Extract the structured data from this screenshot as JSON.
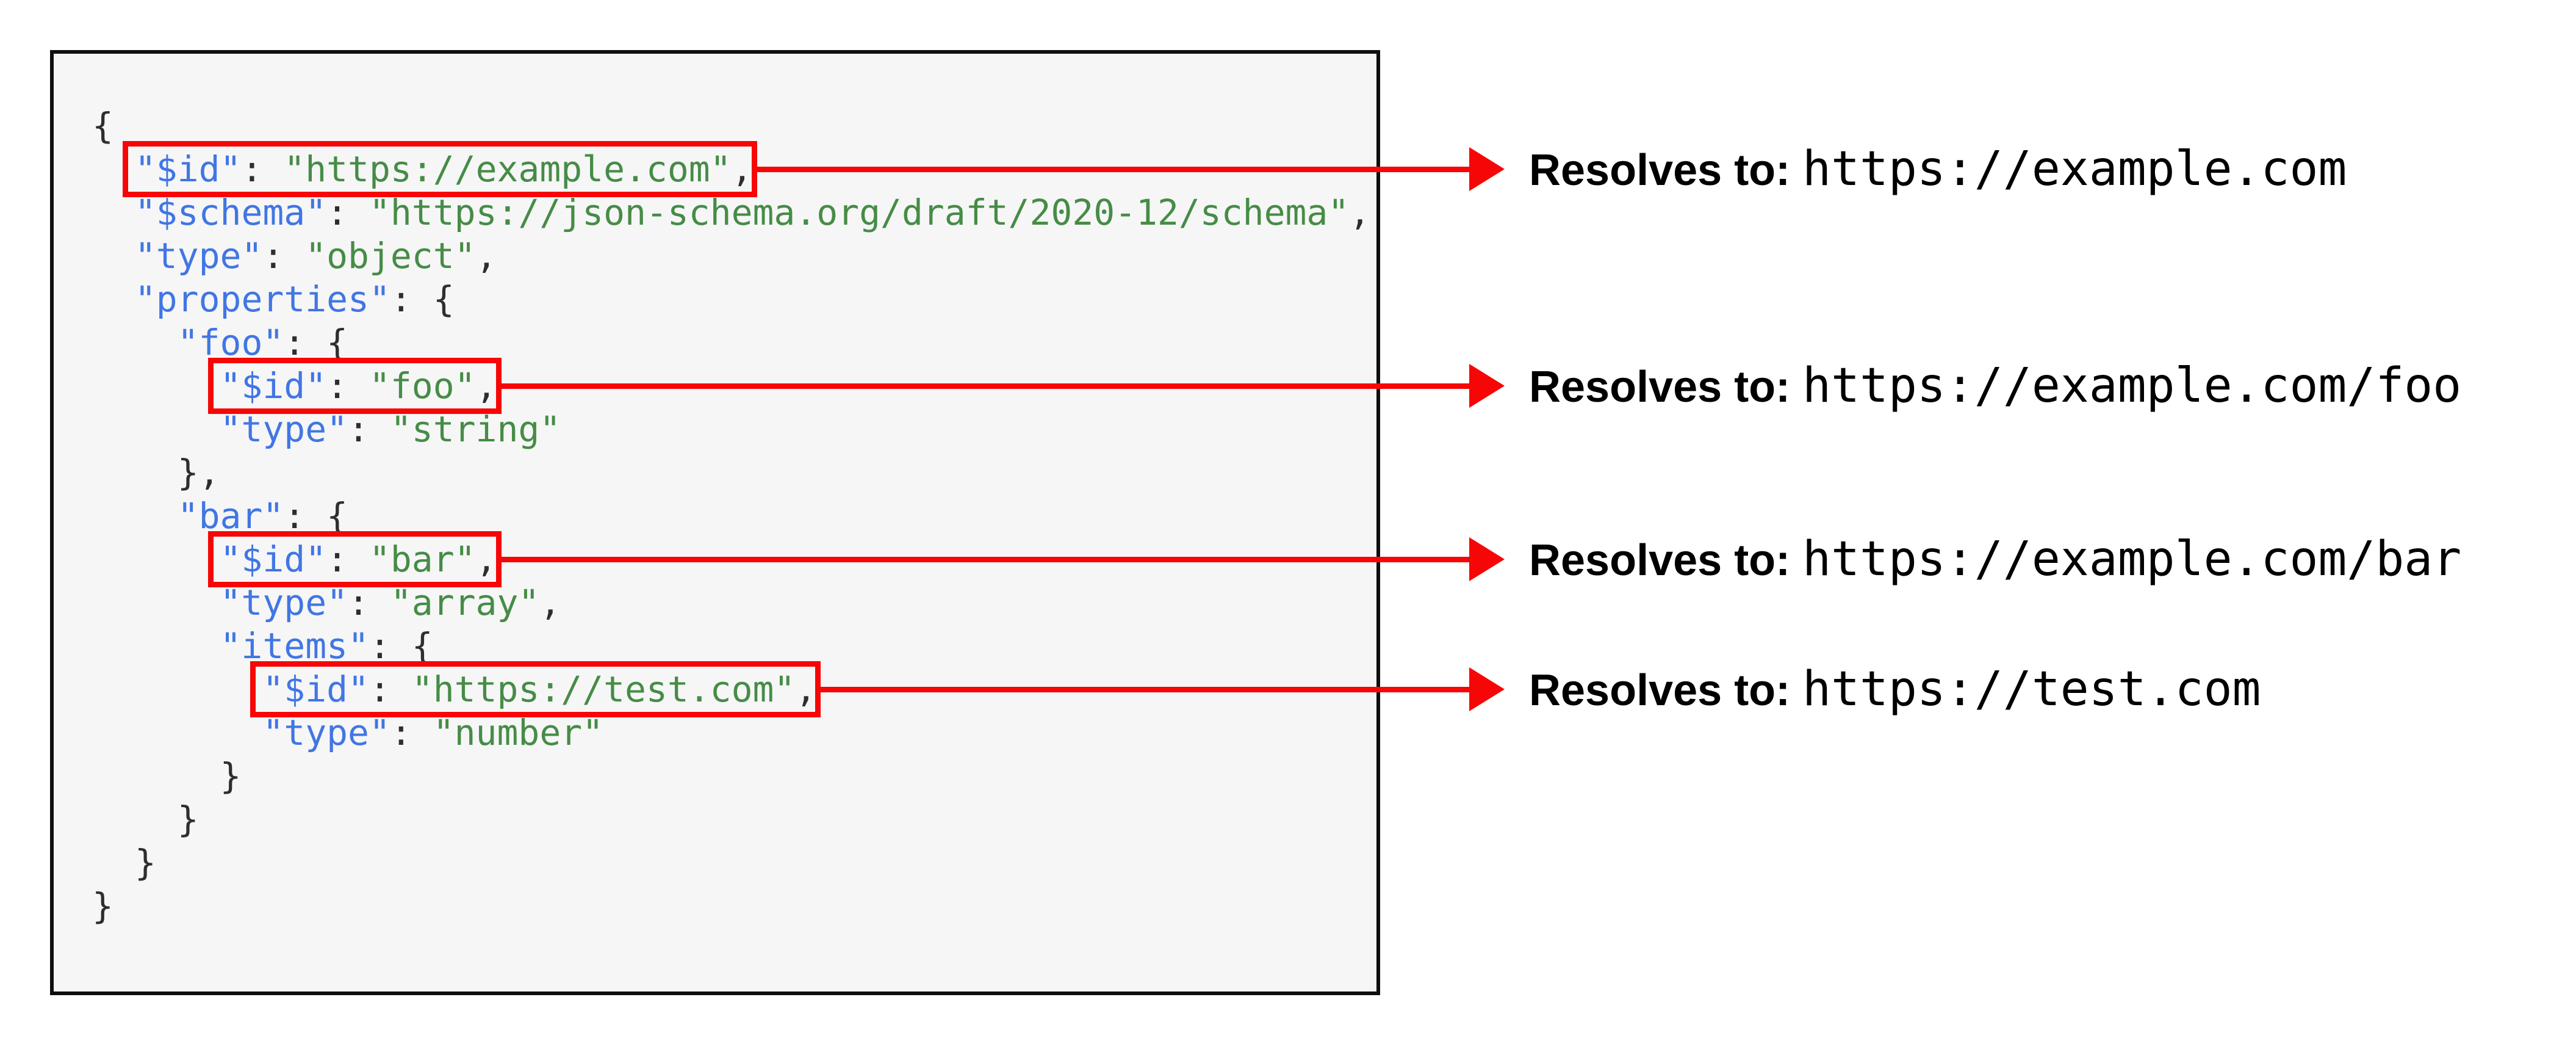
{
  "colors": {
    "accent_red": "#f60606",
    "key_blue": "#4176e3",
    "string_green": "#468c46",
    "punct_dark": "#2e2e2e",
    "code_background": "#f6f6f7",
    "frame_black": "#0f0f0f"
  },
  "code": {
    "lines": [
      {
        "indent": 0,
        "tokens": [
          [
            "p",
            "{"
          ]
        ]
      },
      {
        "indent": 2,
        "boxed": 0,
        "tokens": [
          [
            "k",
            "\"$id\""
          ],
          [
            "p",
            ": "
          ],
          [
            "s",
            "\"https://example.com\""
          ],
          [
            "p",
            ","
          ]
        ]
      },
      {
        "indent": 2,
        "tokens": [
          [
            "k",
            "\"$schema\""
          ],
          [
            "p",
            ": "
          ],
          [
            "s",
            "\"https://json-schema.org/draft/2020-12/schema\""
          ],
          [
            "p",
            ","
          ]
        ]
      },
      {
        "indent": 2,
        "tokens": [
          [
            "k",
            "\"type\""
          ],
          [
            "p",
            ": "
          ],
          [
            "s",
            "\"object\""
          ],
          [
            "p",
            ","
          ]
        ]
      },
      {
        "indent": 2,
        "tokens": [
          [
            "k",
            "\"properties\""
          ],
          [
            "p",
            ": {"
          ]
        ]
      },
      {
        "indent": 4,
        "tokens": [
          [
            "k",
            "\"foo\""
          ],
          [
            "p",
            ": {"
          ]
        ]
      },
      {
        "indent": 6,
        "boxed": 1,
        "tokens": [
          [
            "k",
            "\"$id\""
          ],
          [
            "p",
            ": "
          ],
          [
            "s",
            "\"foo\""
          ],
          [
            "p",
            ","
          ]
        ]
      },
      {
        "indent": 6,
        "tokens": [
          [
            "k",
            "\"type\""
          ],
          [
            "p",
            ": "
          ],
          [
            "s",
            "\"string\""
          ]
        ]
      },
      {
        "indent": 4,
        "tokens": [
          [
            "p",
            "},"
          ]
        ]
      },
      {
        "indent": 4,
        "tokens": [
          [
            "k",
            "\"bar\""
          ],
          [
            "p",
            ": {"
          ]
        ]
      },
      {
        "indent": 6,
        "boxed": 2,
        "tokens": [
          [
            "k",
            "\"$id\""
          ],
          [
            "p",
            ": "
          ],
          [
            "s",
            "\"bar\""
          ],
          [
            "p",
            ","
          ]
        ]
      },
      {
        "indent": 6,
        "tokens": [
          [
            "k",
            "\"type\""
          ],
          [
            "p",
            ": "
          ],
          [
            "s",
            "\"array\""
          ],
          [
            "p",
            ","
          ]
        ]
      },
      {
        "indent": 6,
        "tokens": [
          [
            "k",
            "\"items\""
          ],
          [
            "p",
            ": {"
          ]
        ]
      },
      {
        "indent": 8,
        "boxed": 3,
        "tokens": [
          [
            "k",
            "\"$id\""
          ],
          [
            "p",
            ": "
          ],
          [
            "s",
            "\"https://test.com\""
          ],
          [
            "p",
            ","
          ]
        ]
      },
      {
        "indent": 8,
        "tokens": [
          [
            "k",
            "\"type\""
          ],
          [
            "p",
            ": "
          ],
          [
            "s",
            "\"number\""
          ]
        ]
      },
      {
        "indent": 6,
        "tokens": [
          [
            "p",
            "}"
          ]
        ]
      },
      {
        "indent": 4,
        "tokens": [
          [
            "p",
            "}"
          ]
        ]
      },
      {
        "indent": 2,
        "tokens": [
          [
            "p",
            "}"
          ]
        ]
      },
      {
        "indent": 0,
        "tokens": [
          [
            "p",
            "}"
          ]
        ]
      }
    ]
  },
  "annotations": [
    {
      "label": "Resolves to:",
      "url": "https://example.com"
    },
    {
      "label": "Resolves to:",
      "url": "https://example.com/foo"
    },
    {
      "label": "Resolves to:",
      "url": "https://example.com/bar"
    },
    {
      "label": "Resolves to:",
      "url": "https://test.com"
    }
  ]
}
